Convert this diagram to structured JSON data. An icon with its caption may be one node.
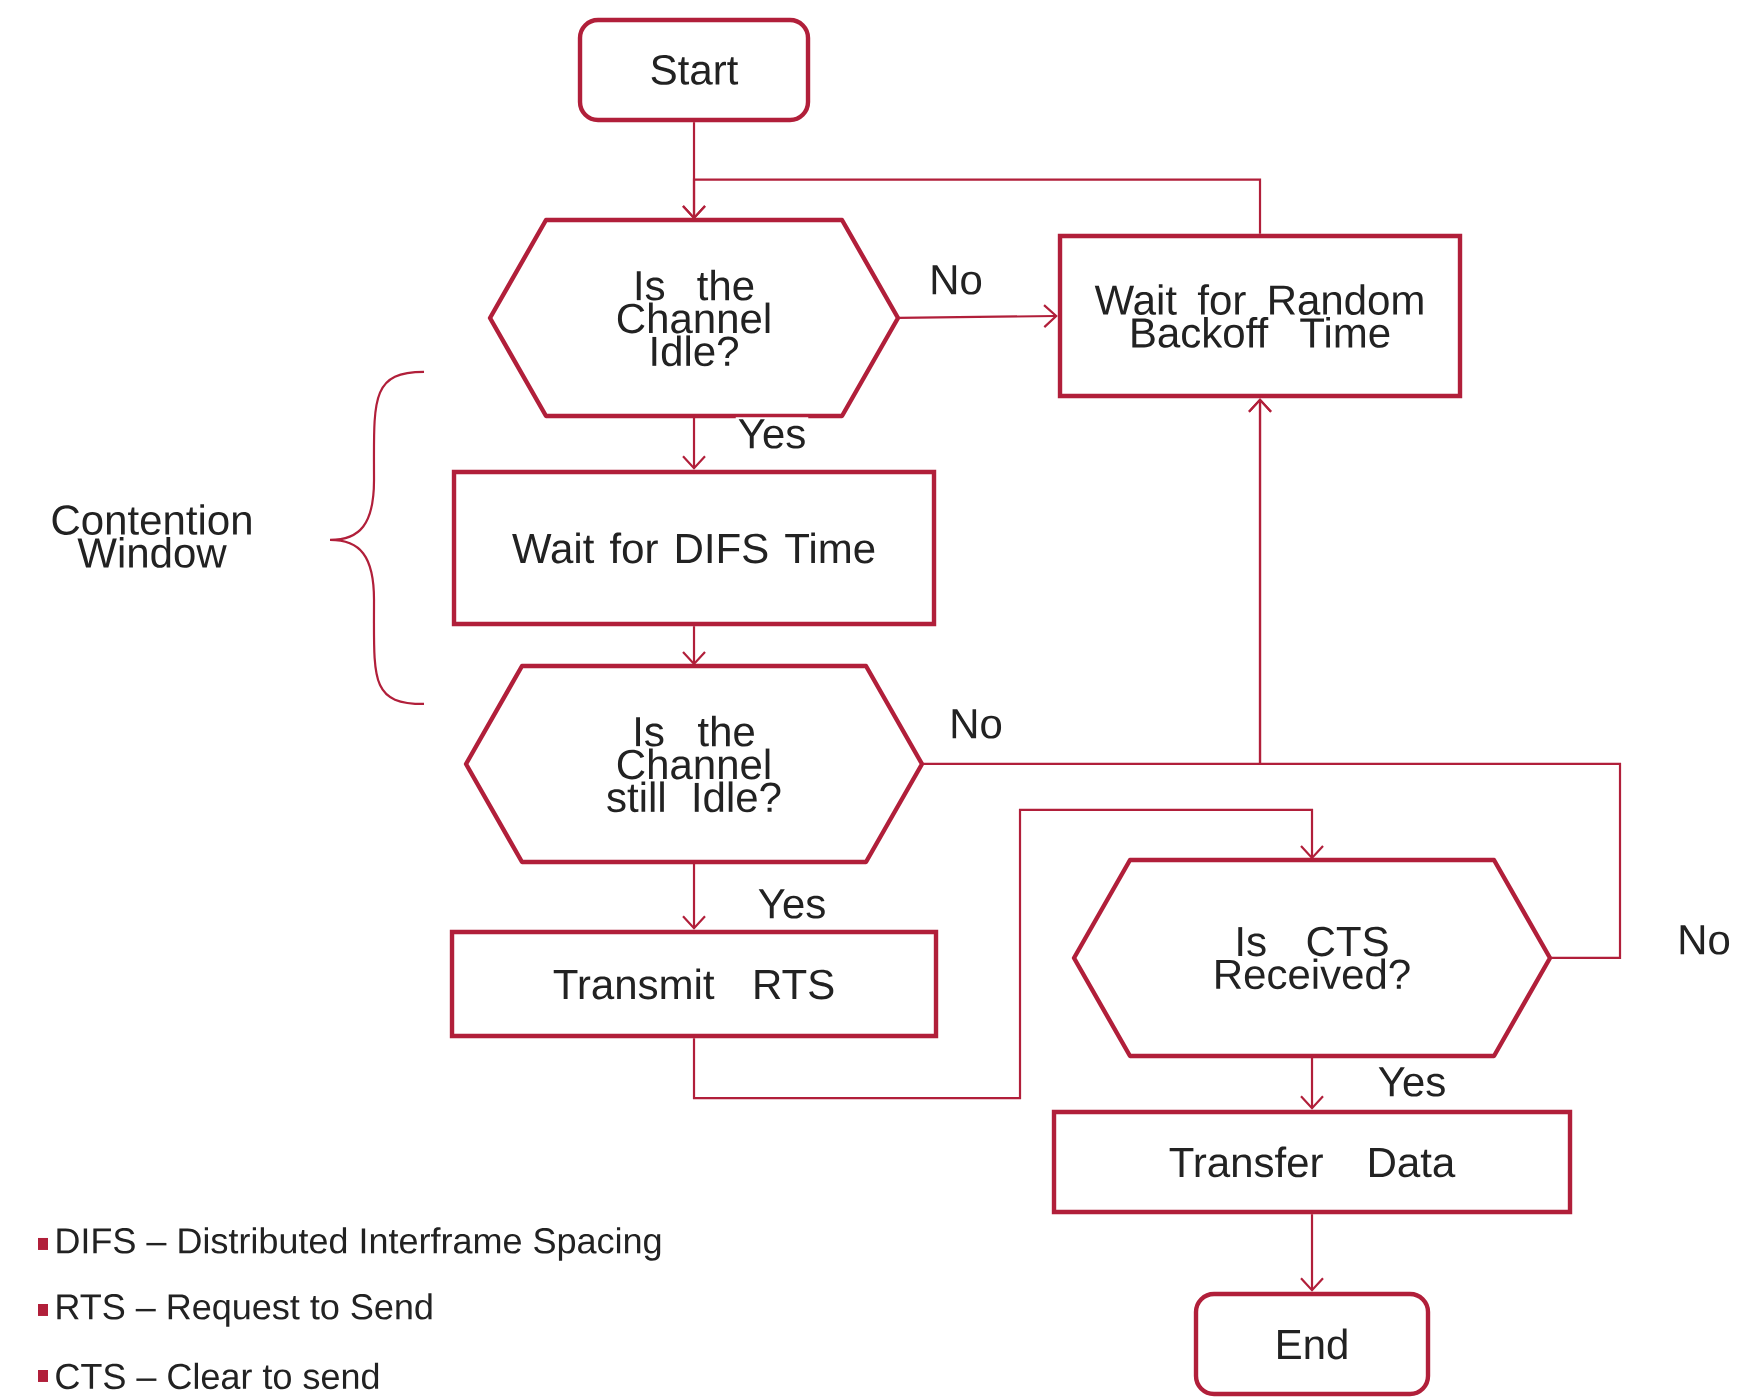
{
  "diagram": {
    "nodes": [
      {
        "text": [
          "Start"
        ]
      },
      {
        "text": [
          "Is the Channel Idle?"
        ]
      },
      {
        "text": [
          "Wait for Random Backoff Time"
        ]
      },
      {
        "text": [
          "Wait for DIFS Time"
        ]
      },
      {
        "text": [
          "Is the Channel still Idle?"
        ]
      },
      {
        "text": [
          "Transmit RTS"
        ]
      },
      {
        "text": [
          "Is CTS Received?"
        ]
      },
      {
        "text": [
          "Transfer Data"
        ]
      },
      {
        "text": [
          "End"
        ]
      }
    ],
    "edges": [
      {
        "from": 0,
        "to": 1,
        "arrow": "to"
      },
      {
        "from": 1,
        "to": 2,
        "arrow": "to",
        "label": "No"
      },
      {
        "from": 1,
        "to": 3,
        "arrow": "to",
        "label": "Yes"
      },
      {
        "from": 2,
        "to": 1,
        "arrow": "to"
      },
      {
        "from": 3,
        "to": 4,
        "arrow": "to"
      },
      {
        "from": 4,
        "to": 2,
        "arrow": "to",
        "label": "No"
      },
      {
        "from": 4,
        "to": 5,
        "arrow": "to",
        "label": "Yes"
      },
      {
        "from": 5,
        "to": 6,
        "arrow": "to"
      },
      {
        "from": 6,
        "to": 2,
        "arrow": "to",
        "label": "No"
      },
      {
        "from": 6,
        "to": 7,
        "arrow": "to",
        "label": "Yes"
      },
      {
        "from": 7,
        "to": 8,
        "arrow": "to"
      }
    ],
    "labels": [
      "Contention Window",
      "DIFS – Distributed Interframe Spacing",
      "RTS – Request to Send",
      "CTS – Clear to send"
    ]
  }
}
